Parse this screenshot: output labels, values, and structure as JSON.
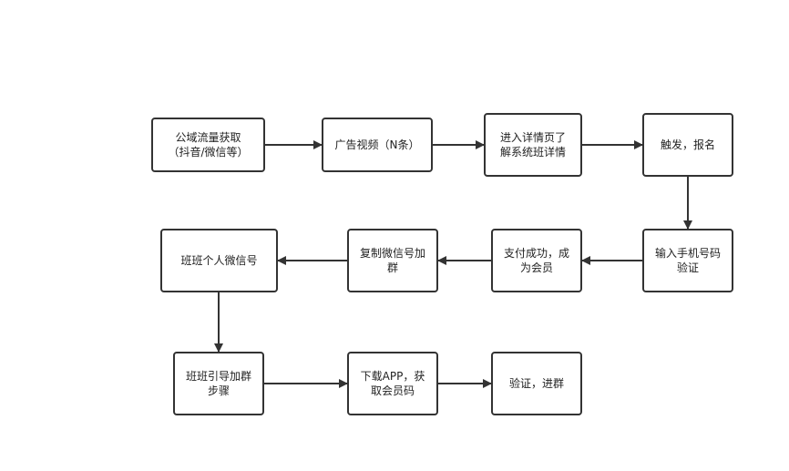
{
  "nodes": [
    {
      "id": "n1",
      "label": "公域流量获取\n（抖音/微信等）"
    },
    {
      "id": "n2",
      "label": "广告视频（N条）"
    },
    {
      "id": "n3",
      "label": "进入详情页了\n解系统班详情"
    },
    {
      "id": "n4",
      "label": "触发，报名"
    },
    {
      "id": "n5",
      "label": "输入手机号码\n验证"
    },
    {
      "id": "n6",
      "label": "支付成功，成\n为会员"
    },
    {
      "id": "n7",
      "label": "复制微信号加\n群"
    },
    {
      "id": "n8",
      "label": "班班个人微信号"
    },
    {
      "id": "n9",
      "label": "班班引导加群\n步骤"
    },
    {
      "id": "n10",
      "label": "下载APP，获\n取会员码"
    },
    {
      "id": "n11",
      "label": "验证，进群"
    }
  ],
  "edges": [
    {
      "from": "n1",
      "to": "n2"
    },
    {
      "from": "n2",
      "to": "n3"
    },
    {
      "from": "n3",
      "to": "n4"
    },
    {
      "from": "n4",
      "to": "n5"
    },
    {
      "from": "n5",
      "to": "n6"
    },
    {
      "from": "n6",
      "to": "n7"
    },
    {
      "from": "n7",
      "to": "n8"
    },
    {
      "from": "n8",
      "to": "n9"
    },
    {
      "from": "n9",
      "to": "n10"
    },
    {
      "from": "n10",
      "to": "n11"
    }
  ],
  "colors": {
    "stroke": "#333333",
    "background": "#ffffff",
    "text": "#222222"
  }
}
